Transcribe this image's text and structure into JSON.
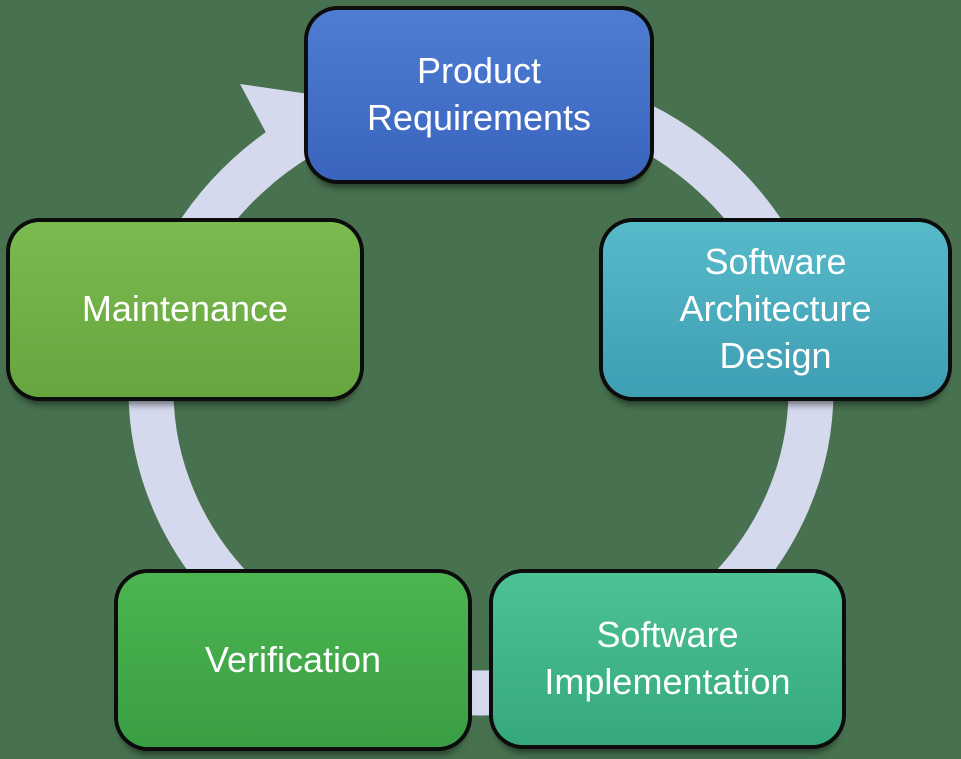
{
  "background_color": "#48724F",
  "text_color": "#FFFFFF",
  "ring": {
    "color": "#D5D9ED",
    "shape": "circular-cycle-band",
    "direction": "clockwise",
    "arrowhead_points_to": "Product Requirements"
  },
  "nodes": [
    {
      "id": "product-requirements",
      "label": [
        "Product",
        "Requirements"
      ],
      "position": "top",
      "color_top": "#4E7DD3",
      "color_bottom": "#3A64BE"
    },
    {
      "id": "software-architecture-design",
      "label": [
        "Software",
        "Architecture",
        "Design"
      ],
      "position": "right",
      "color_top": "#57BAC9",
      "color_bottom": "#3E9EB3"
    },
    {
      "id": "software-implementation",
      "label": [
        "Software",
        "Implementation"
      ],
      "position": "bottom-right",
      "color_top": "#4CC295",
      "color_bottom": "#36A87E"
    },
    {
      "id": "verification",
      "label": [
        "Verification"
      ],
      "position": "bottom-left",
      "color_top": "#4BB550",
      "color_bottom": "#3A9E44"
    },
    {
      "id": "maintenance",
      "label": [
        "Maintenance"
      ],
      "position": "left",
      "color_top": "#7ABA4E",
      "color_bottom": "#67A63F"
    }
  ]
}
